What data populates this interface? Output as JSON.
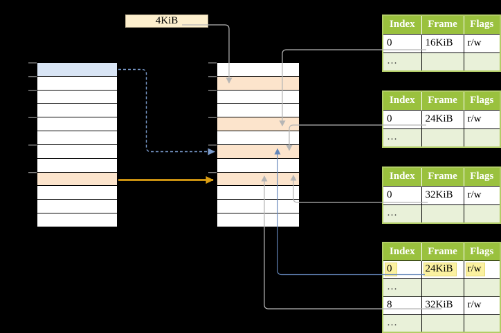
{
  "colors": {
    "background": "#000000",
    "table-header-green": "#9ac13e",
    "table-row-alt-green": "#e9f1d9",
    "table-border-green": "#b2cd66",
    "blue-row": "#d9e5f5",
    "peach-row": "#fce4cc",
    "cream-box": "#fdefcd",
    "cream-box-border": "#bfb394",
    "yellow-highlight": "#fbf1a0",
    "yellow-highlight-border": "#e6da79",
    "gray-line": "#b5b5b5",
    "blue-line": "#6386ba",
    "blue-dashed": "#7b9ccd",
    "orange-arrow": "#dd9f12",
    "tick-gray": "#8a8a8a",
    "ellipsis-text": "#3c3c3c"
  },
  "frame_size_box": {
    "label": "4KiB"
  },
  "left_page_table": {
    "rows": 12,
    "blue_entry_row": 1,
    "orange_entry_row": 9
  },
  "physical_memory_column": {
    "rows": 12,
    "orange_frame_rows": [
      2,
      5,
      7,
      9
    ]
  },
  "frame_tables": [
    {
      "name": "page-table-at-16kib",
      "headers": [
        "Index",
        "Frame",
        "Flags"
      ],
      "rows": [
        {
          "index": "0",
          "frame": "16KiB",
          "flags": "r/w"
        },
        {
          "index": "…",
          "frame": "",
          "flags": ""
        }
      ]
    },
    {
      "name": "page-table-at-24kib",
      "headers": [
        "Index",
        "Frame",
        "Flags"
      ],
      "rows": [
        {
          "index": "0",
          "frame": "24KiB",
          "flags": "r/w"
        },
        {
          "index": "…",
          "frame": "",
          "flags": ""
        }
      ]
    },
    {
      "name": "page-table-at-32kib",
      "headers": [
        "Index",
        "Frame",
        "Flags"
      ],
      "rows": [
        {
          "index": "0",
          "frame": "32KiB",
          "flags": "r/w"
        },
        {
          "index": "…",
          "frame": "",
          "flags": ""
        }
      ]
    },
    {
      "name": "page-table-level2",
      "headers": [
        "Index",
        "Frame",
        "Flags"
      ],
      "rows": [
        {
          "index": "0",
          "frame": "24KiB",
          "flags": "r/w",
          "highlighted": true
        },
        {
          "index": "…",
          "frame": "",
          "flags": ""
        },
        {
          "index": "8",
          "frame": "32KiB",
          "flags": "r/w"
        },
        {
          "index": "…",
          "frame": "",
          "flags": ""
        }
      ]
    }
  ]
}
